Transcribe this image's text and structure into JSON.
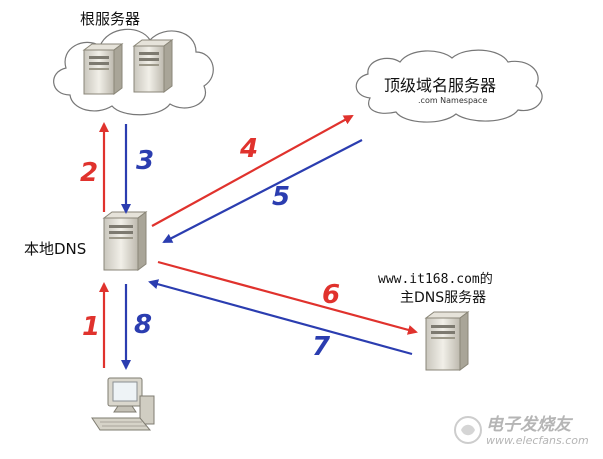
{
  "nodes": {
    "root_label": "根服务器",
    "tld_label": "顶级域名服务器",
    "tld_sublabel": ".com Namespace",
    "local_label": "本地DNS",
    "auth_label_line1": "www.it168.com的",
    "auth_label_line2": "主DNS服务器"
  },
  "steps": [
    "1",
    "2",
    "3",
    "4",
    "5",
    "6",
    "7",
    "8"
  ],
  "watermark": {
    "cn": "电子发烧友",
    "url": "www.elecfans.com"
  },
  "colors": {
    "request": "#e0322d",
    "response": "#2b3db0"
  }
}
